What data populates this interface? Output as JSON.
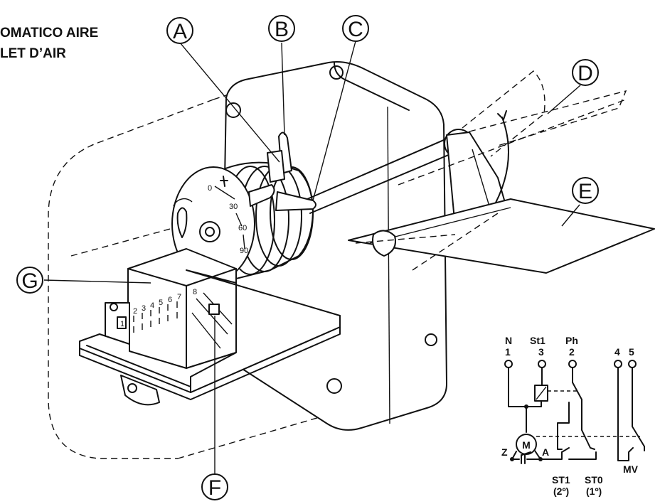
{
  "title": {
    "line1": "OMATICO AIRE",
    "line2": "LET D’AIR"
  },
  "callouts": [
    {
      "id": "A",
      "label": "A"
    },
    {
      "id": "B",
      "label": "B"
    },
    {
      "id": "C",
      "label": "C"
    },
    {
      "id": "D",
      "label": "D"
    },
    {
      "id": "E",
      "label": "E"
    },
    {
      "id": "F",
      "label": "F"
    },
    {
      "id": "G",
      "label": "G"
    }
  ],
  "dial": {
    "scale": [
      "0",
      "30",
      "60",
      "90"
    ],
    "cams": [
      "1",
      "2",
      "3",
      "4",
      "5",
      "6",
      "7",
      "8"
    ]
  },
  "wiring": {
    "terminals": [
      {
        "name": "N",
        "number": "1"
      },
      {
        "name": "St1",
        "number": "3"
      },
      {
        "name": "Ph",
        "number": "2"
      },
      {
        "name": "",
        "number": "4"
      },
      {
        "name": "",
        "number": "5"
      }
    ],
    "motor": "M",
    "nodes": {
      "z": "Z",
      "a": "A"
    },
    "switches": [
      {
        "name": "ST1",
        "stage": "(2º)"
      },
      {
        "name": "ST0",
        "stage": "(1º)"
      }
    ],
    "valve": "MV"
  }
}
